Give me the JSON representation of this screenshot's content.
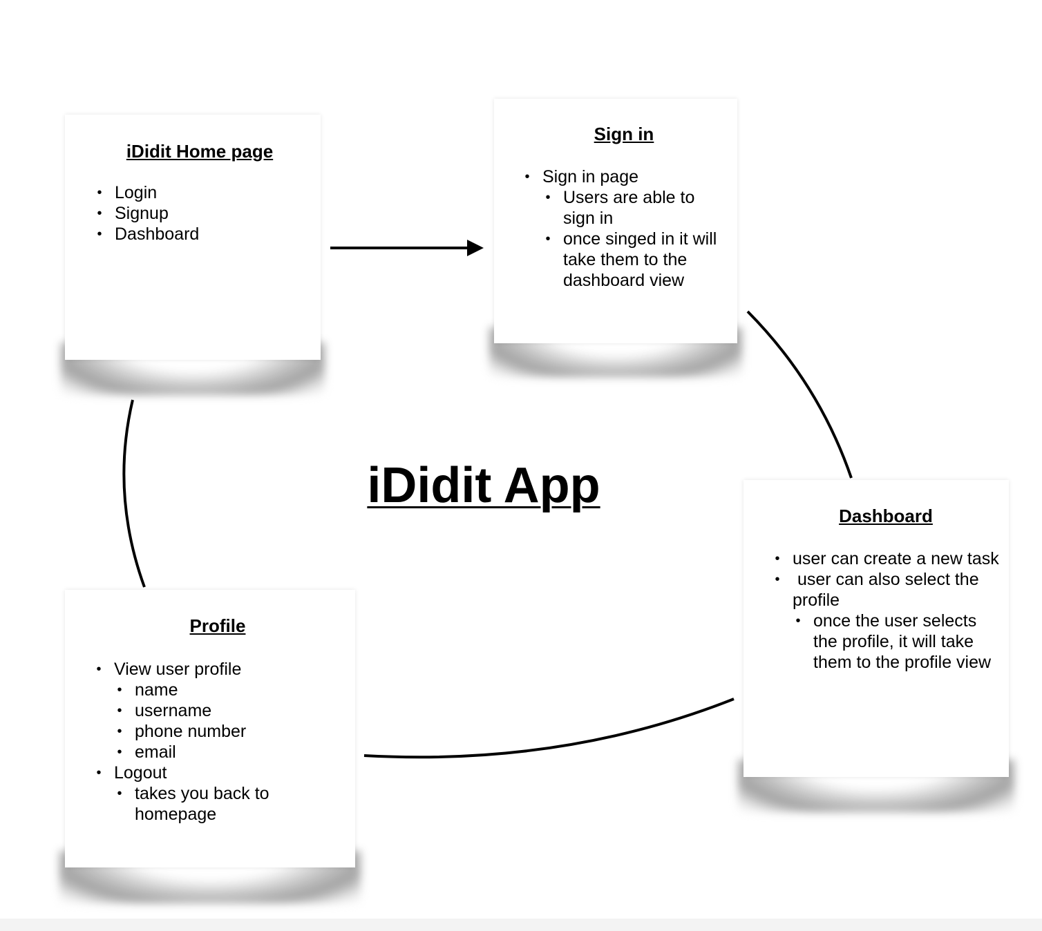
{
  "diagram": {
    "title": "iDidit App",
    "cards": [
      {
        "id": "home",
        "title": "iDidit Home page",
        "items": [
          {
            "text": "Login",
            "children": []
          },
          {
            "text": "Signup",
            "children": []
          },
          {
            "text": "Dashboard",
            "children": []
          }
        ]
      },
      {
        "id": "signin",
        "title": "Sign in",
        "items": [
          {
            "text": "Sign in page",
            "children": [
              "Users are able to sign in",
              "once singed in it will take them to the dashboard view"
            ]
          }
        ]
      },
      {
        "id": "dashboard",
        "title": "Dashboard",
        "items": [
          {
            "text": "user can create a new task",
            "children": []
          },
          {
            "text": " user can also select the profile",
            "children": [
              "once the user selects the profile, it will take them to the profile view"
            ]
          }
        ]
      },
      {
        "id": "profile",
        "title": "Profile",
        "items": [
          {
            "text": "View user profile",
            "children": [
              "name",
              "username",
              "phone number",
              "email"
            ]
          },
          {
            "text": "Logout",
            "children": [
              "takes you back to homepage"
            ]
          }
        ]
      }
    ]
  }
}
